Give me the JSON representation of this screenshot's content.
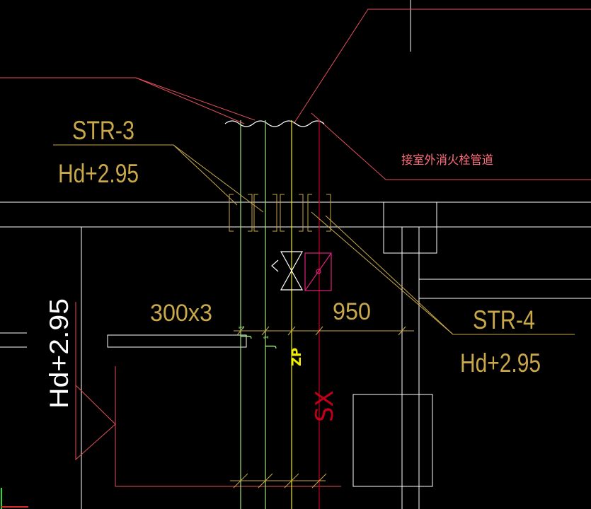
{
  "colors": {
    "background": "#000000",
    "white": "#ffffff",
    "tan": "#c8a84a",
    "red": "#e0505a",
    "pink": "#ff6e7a",
    "green": "#9ee27a",
    "yellow": "#f2f000",
    "dark_red": "#c0001a",
    "magenta": "#e0207a"
  },
  "labels": {
    "str3": "STR-3",
    "str3_elev": "Hd+2.95",
    "str4": "STR-4",
    "str4_elev": "Hd+2.95",
    "left_elev": "Hd+2.95",
    "dim_left": "300x3",
    "dim_right": "950",
    "pipe_zp": "ZP",
    "pipe_j1a": "J",
    "pipe_j1a_sub": "1",
    "pipe_j1b": "J",
    "pipe_j1b_sub": "1",
    "pipe_sx": "SX",
    "note_cn": "接室外消火栓管道"
  }
}
